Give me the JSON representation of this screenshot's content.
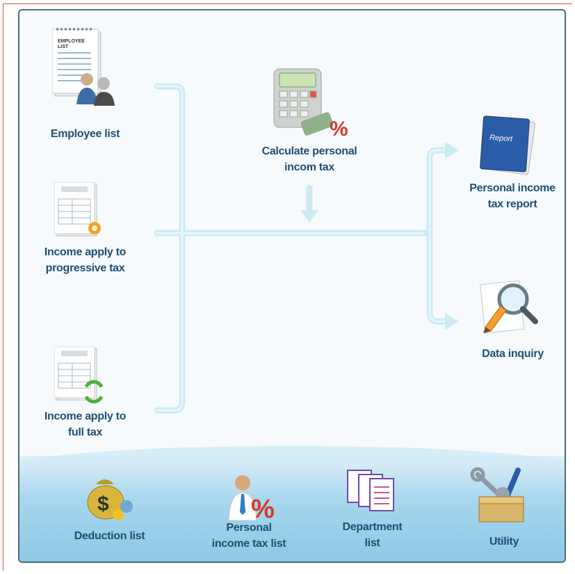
{
  "flow": {
    "employee_list": "Employee list",
    "income_progressive": "Income apply to\nprogressive tax",
    "income_full": "Income apply to\nfull tax",
    "calculate": "Calculate personal\nincom tax",
    "report": "Personal income\ntax report",
    "data_inquiry": "Data inquiry"
  },
  "icons": {
    "employee_list_doc_title": "EMPLOYEE\nLIST",
    "report_book_title": "Report"
  },
  "bottom": {
    "deduction": "Deduction list",
    "pit_list": "Personal\nincome tax list",
    "department": "Department\nlist",
    "utility": "Utility"
  },
  "colors": {
    "label": "#1f4e74",
    "panel_border": "#4a6a78",
    "connector": "#cdeaf3",
    "accent_red": "#d63a2a",
    "report_blue": "#2b5ca8"
  }
}
